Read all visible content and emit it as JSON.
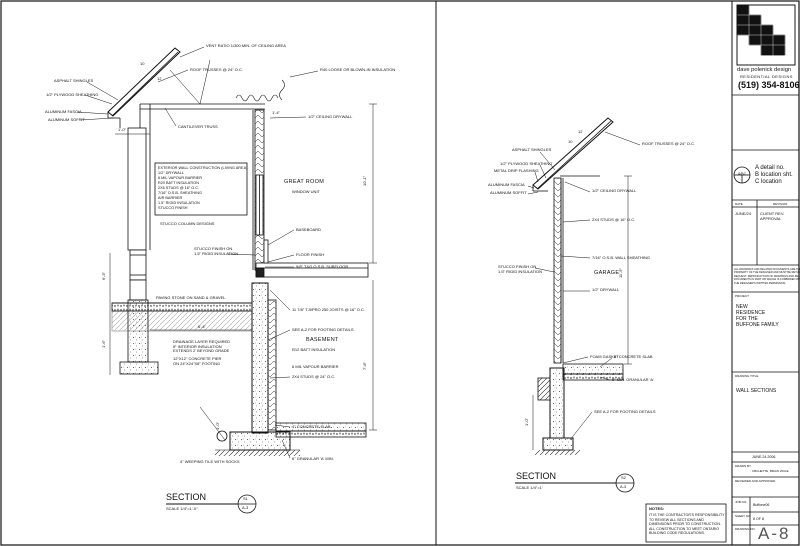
{
  "left_section": {
    "callouts": {
      "vent": "VENT RATIO 1/300 MIN. OF CEILING AREA",
      "roof_trusses": "ROOF TRUSSES @ 24\" O.C.",
      "asphalt_shingles": "ASPHALT SHINGLES",
      "plywood_sheathing": "1/2\" PLYWOOD SHEATHING",
      "alum_fascia": "ALUMINUM FASCIA",
      "alum_soffit": "ALUMINUM SOFFIT",
      "cantilever_truss": "CANTILEVER TRUSS",
      "blown_insulation": "R40 LOOSE OR BLOWN-IN INSULATION",
      "ceiling_drywall": "1/2\" CEILING DRYWALL",
      "great_room": "GREAT ROOM",
      "window_unit": "WINDOW UNIT",
      "stucco_column": "STUCCO COLUMN DESIGNS",
      "stucco_finish": "STUCCO FINISH ON\n1.5\" RIGID INSULATION",
      "baseboard": "BASEBOARD",
      "floor_finish": "FLOOR FINISH",
      "subfloor": "5/8\" T&G O.S.B. SUBFLOOR",
      "paving_stone": "PAVING STONE ON SAND & GRAVEL",
      "joists": "11 7/8\" TJI/PRO 250 JOISTS @ 16\" O.C.",
      "footing_details": "SEE A-2 FOR FOOTING DETAILS",
      "drainage": "DRAINAGE LAYER REQUIRED\nIF INTERIOR INSULATION\nEXTENDS 2' BEYOND GRADE",
      "concrete_pier": "12\"x12\" CONCRETE PIER\nON 24\"x24\"x8\" FOOTING",
      "basement": "BASEMENT",
      "r12_batt": "R12 BATT INSULATION",
      "vapour_barrier": "6 MIL VAPOUR BARRIER",
      "studs_basement": "2x4 STUDS @ 24\" O.C.",
      "slab": "4\" CONCRETE SLAB",
      "weeping_tile": "4\" WEEPING TILE WITH SOCKS",
      "granular": "6\" GRANULAR 'A' MIN."
    },
    "dimensions": {
      "overhang": "10",
      "pitch": "12",
      "wall_offset": "1'-0\"",
      "ceiling_height": "1'-4\"",
      "great_room_height": "10'-1\"",
      "pier_offset": "6'-4\"",
      "basement_height": "7'-8\"",
      "foot_height": "1'-0\"",
      "span_a": "6'-3\"",
      "span_b": "1'-6\""
    },
    "spec_box": "EXTERIOR WALL CONSTRUCTION (LIVING AREA)\n1/2\" DRYWALL\n6 MIL VAPOUR BARRIER\nR20 BATT INSULATION\n2x6 STUDS @ 16\" O.C.\n7/16\" O.S.B. SHEATHING\nAIR BARRIER\n1.5\" RIGID INSULATION\nSTUCCO FINISH",
    "section_label": "SECTION",
    "section_scale": "SCALE 1/4\"=1'-0\"",
    "section_number": "S1",
    "section_sheet": "A-3"
  },
  "right_section": {
    "callouts": {
      "asphalt_shingles": "ASPHALT SHINGLES",
      "plywood_sheathing": "1/2\" PLYWOOD SHEATHING",
      "drip_flashing": "METAL DRIP FLASHING",
      "alum_fascia": "ALUMINUM FASCIA",
      "alum_soffit": "ALUMINUM SOFFIT",
      "roof_trusses": "ROOF TRUSSES @ 24\" O.C.",
      "ceiling_drywall": "1/2\" CEILING DRYWALL",
      "studs": "2x4 STUDS @ 16\" O.C.",
      "osb_sheathing": "7/16\" O.S.B. WALL SHEATHING",
      "stucco_finish": "STUCCO FINISH ON\n1.5\" RIGID INSULATION",
      "garage": "GARAGE",
      "drywall": "1/2\" DRYWALL",
      "foam_gasket": "FOAM GASKET",
      "slab": "4\" CONCRETE SLAB",
      "granular": "6\" MIN. GRANULAR 'A'",
      "footing_details": "SEE A-2 FOR FOOTING DETAILS"
    },
    "dimensions": {
      "overhang": "10",
      "pitch": "12",
      "wall_height": "11'-9\"",
      "foot_height": "1'-0\""
    },
    "section_label": "SECTION",
    "section_scale": "SCALE 1/4\"=1'",
    "section_number": "S2",
    "section_sheet": "A-3"
  },
  "notes": {
    "heading": "NOTES:",
    "body": "IT IS THE CONTRACTOR'S RESPONSIBILITY\nTO REVIEW ALL SECTIONS AND\nDIMENSIONS PRIOR TO CONSTRUCTION.\nALL CONSTRUCTION TO MEET ONTARIO\nBUILDING CODE REGULATIONS."
  },
  "title_block": {
    "company_name": "dave polenick design",
    "company_sub": "RESIDENTIAL DESIGNS",
    "phone": "(519) 354-8106",
    "legend_a": "A  detail no.",
    "legend_b": "B  location sht.",
    "legend_c": "C  location",
    "legend_symbol": "A/BC",
    "rev_date_head": "DATE",
    "rev_desc_head": "REVISION",
    "rev_date": "JUNE/24",
    "rev_desc": "CLIENT REV.\nAPPROVAL",
    "disclaimer": "ALL DRAWINGS AND RELATED DOCUMENTS ARE THE COPYRIGHT\nPROPERTY OF THE DESIGNER AND MUST BE RETURNED UPON\nREQUEST. REPRODUCTION OF DRAWINGS AND RELATED\nDOCUMENTS IN PART OR WHOLE IS FORBIDDEN WITHOUT\nTHE DESIGNER'S WRITTEN PERMISSION.",
    "project_head": "PROJECT",
    "project": "NEW\nRESIDENCE\nFOR THE\nBUFFONE FAMILY",
    "drawing_title_head": "DRAWING TITLE",
    "drawing_title": "WALL SECTIONS",
    "date": "JUNE.24.2006",
    "drawn_by_head": "DRAWN BY",
    "drawn_by": "CBCHETTE, BRIAN WOLE",
    "bcin_head": "REVIEWED AND APPROVED",
    "job_no_head": "JOB NO.",
    "job_no": "Buffone06",
    "sheet_no_head": "SHEET NO.",
    "sheet_no": "8 OF 8",
    "drawing_no_head": "DRAWING NO.",
    "drawing_no": "A-8"
  }
}
